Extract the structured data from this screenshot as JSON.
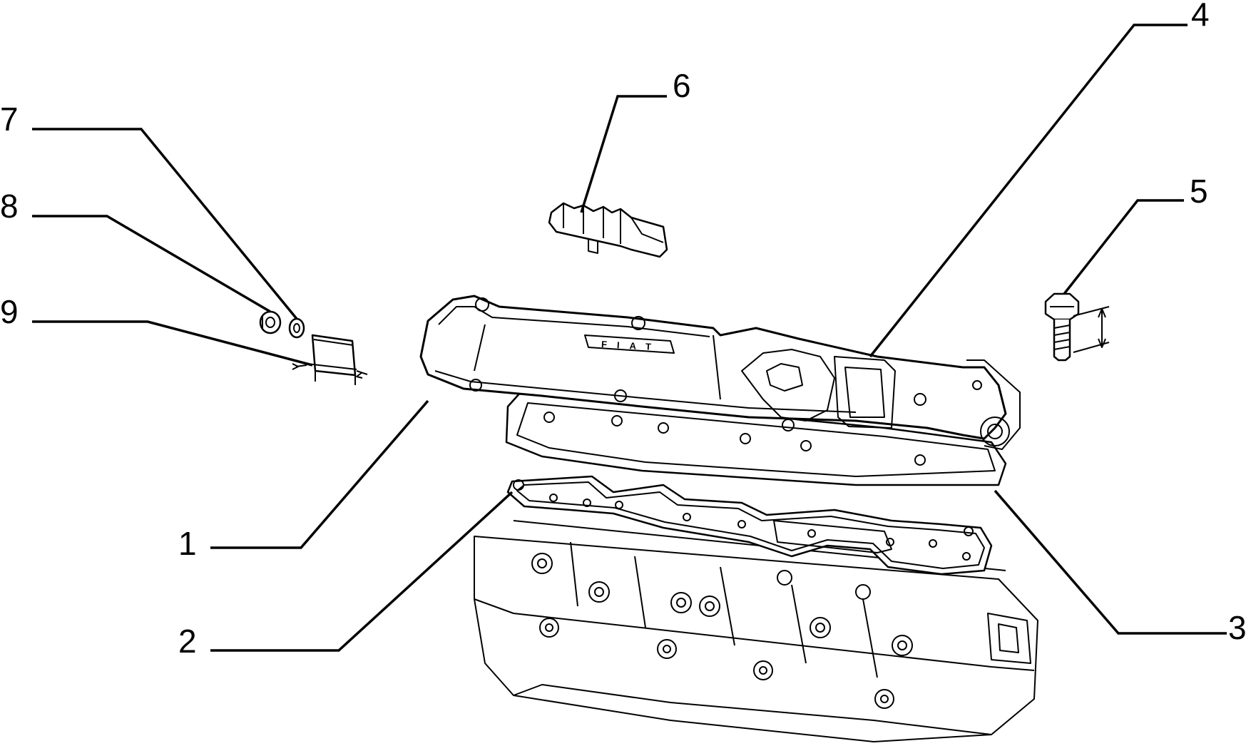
{
  "callouts": [
    {
      "id": "1",
      "label": "1"
    },
    {
      "id": "2",
      "label": "2"
    },
    {
      "id": "3",
      "label": "3"
    },
    {
      "id": "4",
      "label": "4"
    },
    {
      "id": "5",
      "label": "5"
    },
    {
      "id": "6",
      "label": "6"
    },
    {
      "id": "7",
      "label": "7"
    },
    {
      "id": "8",
      "label": "8"
    },
    {
      "id": "9",
      "label": "9"
    }
  ],
  "logo_text": "FIAT",
  "colors": {
    "line": "#000000",
    "background": "#ffffff"
  }
}
